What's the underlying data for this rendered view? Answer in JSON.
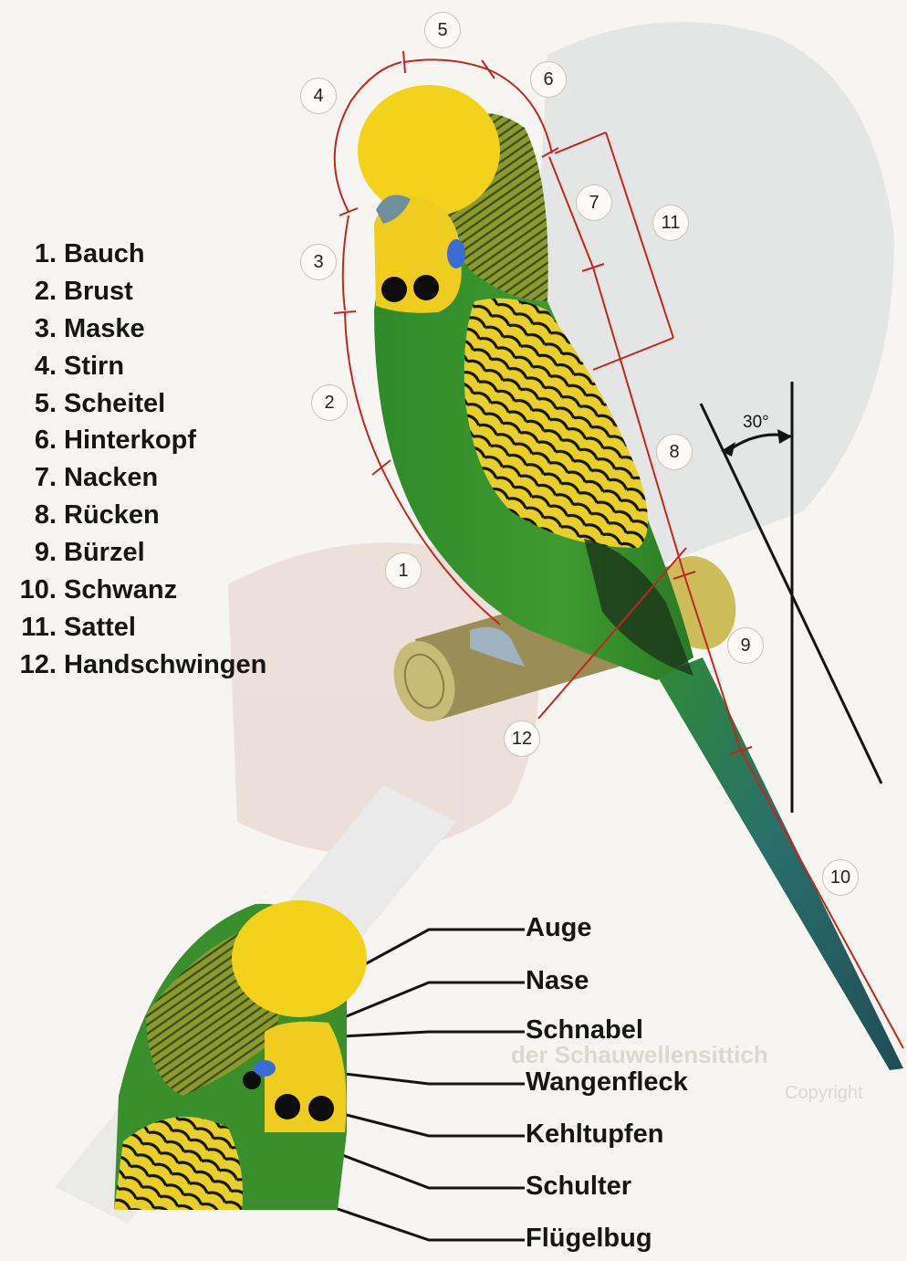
{
  "legend": [
    {
      "num": "1.",
      "label": "Bauch"
    },
    {
      "num": "2.",
      "label": "Brust"
    },
    {
      "num": "3.",
      "label": "Maske"
    },
    {
      "num": "4.",
      "label": "Stirn"
    },
    {
      "num": "5.",
      "label": "Scheitel"
    },
    {
      "num": "6.",
      "label": "Hinterkopf"
    },
    {
      "num": "7.",
      "label": "Nacken"
    },
    {
      "num": "8.",
      "label": "Rücken"
    },
    {
      "num": "9.",
      "label": "Bürzel"
    },
    {
      "num": "10.",
      "label": "Schwanz"
    },
    {
      "num": "11.",
      "label": "Sattel"
    },
    {
      "num": "12.",
      "label": "Handschwingen"
    }
  ],
  "markers": [
    "1",
    "2",
    "3",
    "4",
    "5",
    "6",
    "7",
    "8",
    "9",
    "10",
    "11",
    "12"
  ],
  "angle_label": "30°",
  "callouts": [
    "Auge",
    "Nase",
    "Schnabel",
    "Wangenfleck",
    "Kehltupfen",
    "Schulter",
    "Flügelbug"
  ],
  "watermark": {
    "line1": "der Schauwellensittich",
    "line2": "Copyright"
  },
  "colors": {
    "measure": "#c0271f",
    "body_green": "#3a8f2c",
    "mask_yellow": "#f2d21c",
    "tail_blue": "#2f6f72",
    "ink": "#161616",
    "background": "#f6f5f1"
  }
}
